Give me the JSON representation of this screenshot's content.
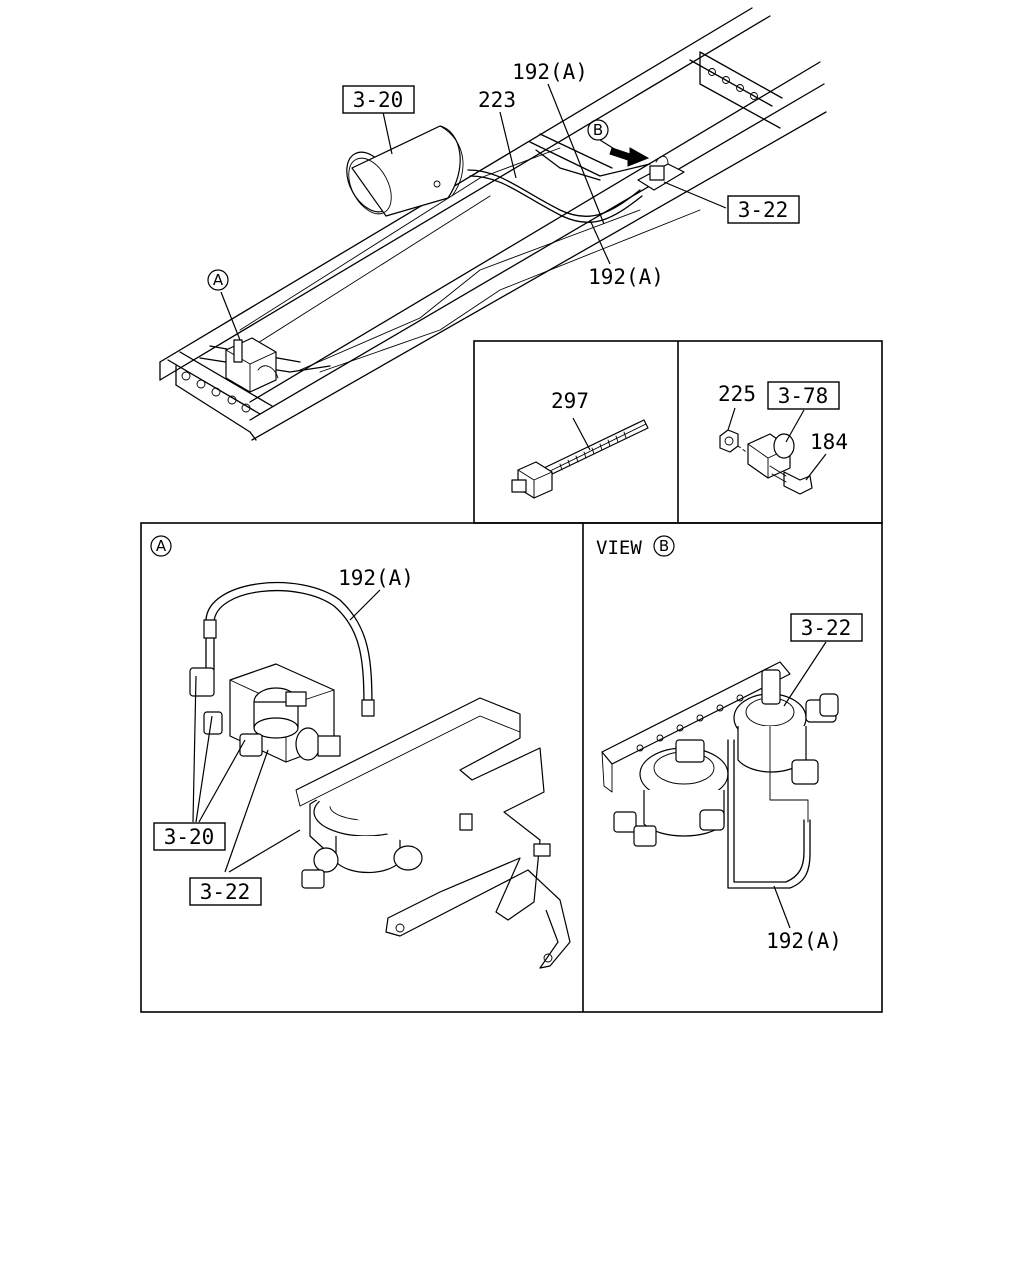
{
  "labels": {
    "ref_3_20": "3-20",
    "ref_3_22": "3-22",
    "ref_3_78": "3-78",
    "part_192a": "192(A)",
    "part_223": "223",
    "part_297": "297",
    "part_225": "225",
    "part_184": "184",
    "marker_a": "A",
    "marker_b": "B",
    "view_prefix": "VIEW"
  }
}
